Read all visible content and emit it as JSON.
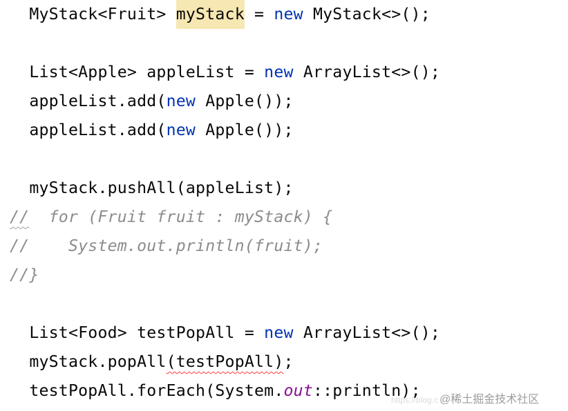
{
  "code": {
    "line1": {
      "indent": "  ",
      "type": "MyStack<Fruit> ",
      "var_highlighted": "myStack",
      "assign": " = ",
      "kw_new": "new",
      "rest": " MyStack<>();"
    },
    "line3": {
      "indent": "  ",
      "decl": "List<Apple> appleList = ",
      "kw_new": "new",
      "rest": " ArrayList<>();"
    },
    "line4": {
      "indent": "  ",
      "pre": "appleList.add(",
      "kw_new": "new",
      "rest": " Apple());"
    },
    "line5": {
      "indent": "  ",
      "pre": "appleList.add(",
      "kw_new": "new",
      "rest": " Apple());"
    },
    "line7": {
      "indent": "  ",
      "text": "myStack.pushAll(appleList);"
    },
    "line8": {
      "slashes": "//",
      "rest": "  for (Fruit fruit : myStack) {"
    },
    "line9": {
      "text": "//    System.out.println(fruit);"
    },
    "line10": {
      "text": "//}"
    },
    "line12": {
      "indent": "  ",
      "decl": "List<Food> testPopAll = ",
      "kw_new": "new",
      "rest": " ArrayList<>();"
    },
    "line13": {
      "indent": "  ",
      "pre": "myStack.popAll",
      "arg_squiggle": "(testPopAll)",
      "post": ";"
    },
    "line14": {
      "indent": "  ",
      "pre": "testPopAll.forEach(System.",
      "static_field": "out",
      "post": "::println);"
    }
  },
  "watermark": {
    "url": "https://blog.c",
    "brand": "@稀土掘金技术社区"
  },
  "colors": {
    "keyword": "#0033b3",
    "static_field": "#871094",
    "comment": "#8c8c8c",
    "highlight": "#f6e7b3",
    "error_squiggle": "#ff3a3a",
    "text": "#080808"
  }
}
